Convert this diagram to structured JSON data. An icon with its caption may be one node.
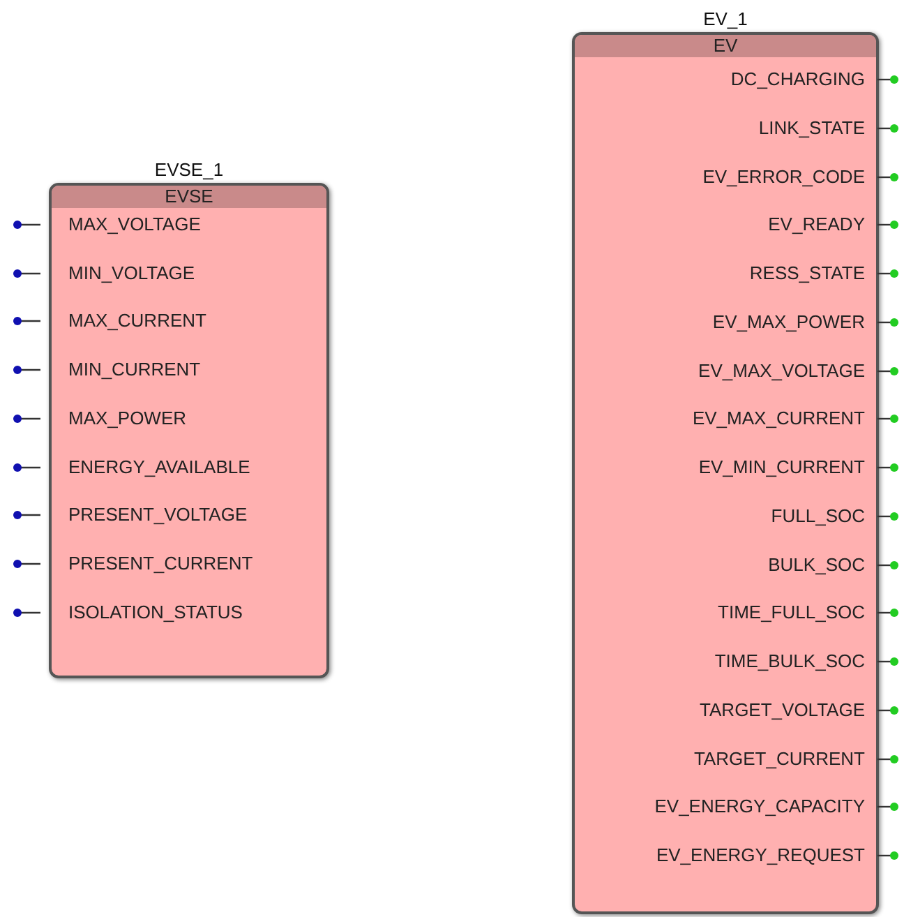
{
  "diagram": {
    "nodes": [
      {
        "text": [
          "EVSE_1",
          "EVSE",
          "MAX_VOLTAGE",
          "MIN_VOLTAGE",
          "MAX_CURRENT",
          "MIN_CURRENT",
          "MAX_POWER",
          "ENERGY_AVAILABLE",
          "PRESENT_VOLTAGE",
          "PRESENT_CURRENT",
          "ISOLATION_STATUS"
        ]
      },
      {
        "text": [
          "EV_1",
          "EV",
          "DC_CHARGING",
          "LINK_STATE",
          "EV_ERROR_CODE",
          "EV_READY",
          "RESS_STATE",
          "EV_MAX_POWER",
          "EV_MAX_VOLTAGE",
          "EV_MAX_CURRENT",
          "EV_MIN_CURRENT",
          "FULL_SOC",
          "BULK_SOC",
          "TIME_FULL_SOC",
          "TIME_BULK_SOC",
          "TARGET_VOLTAGE",
          "TARGET_CURRENT",
          "EV_ENERGY_CAPACITY",
          "EV_ENERGY_REQUEST"
        ]
      }
    ]
  }
}
